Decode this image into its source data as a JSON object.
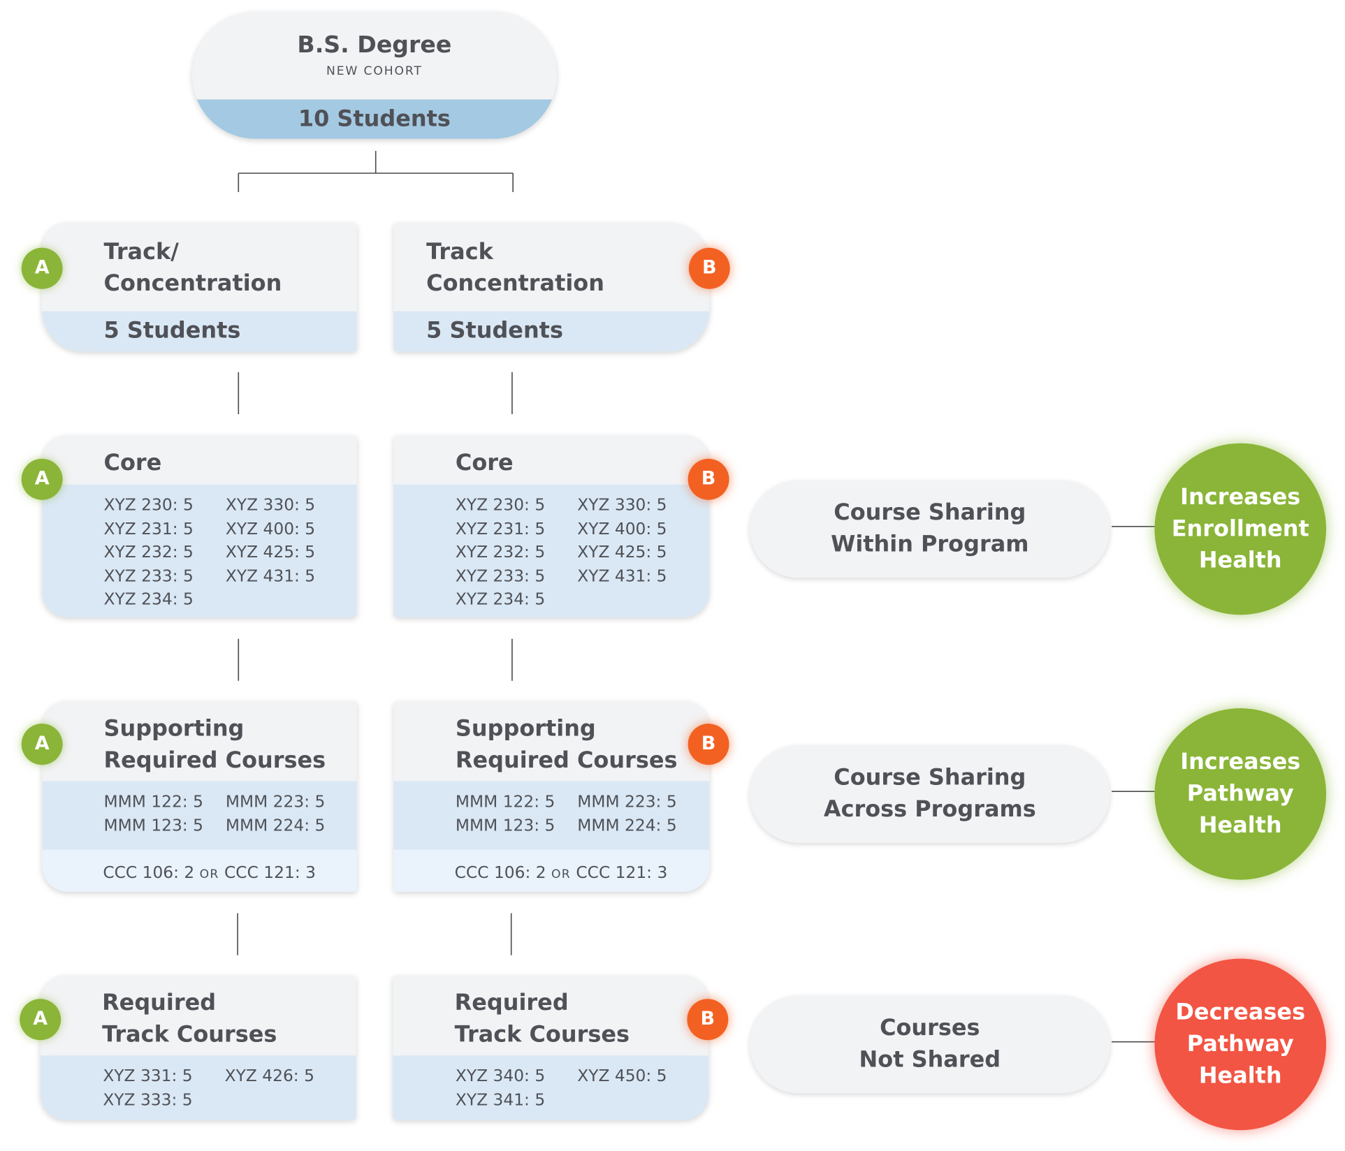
{
  "root": {
    "title": "B.S. Degree",
    "subtitle": "NEW COHORT",
    "count": "10 Students"
  },
  "badges": {
    "a": "A",
    "b": "B"
  },
  "track": {
    "a": {
      "title_line1": "Track/",
      "title_line2": "Concentration",
      "count": "5 Students"
    },
    "b": {
      "title_line1": "Track",
      "title_line2": "Concentration",
      "count": "5 Students"
    }
  },
  "core": {
    "title": "Core",
    "courses": [
      "XYZ 230: 5",
      "XYZ 330: 5",
      "XYZ 231: 5",
      "XYZ 400: 5",
      "XYZ 232: 5",
      "XYZ 425: 5",
      "XYZ 233: 5",
      "XYZ 431: 5",
      "XYZ 234: 5"
    ]
  },
  "supporting": {
    "title_line1": "Supporting",
    "title_line2": "Required Courses",
    "courses": [
      "MMM 122: 5",
      "MMM 223: 5",
      "MMM 123: 5",
      "MMM 224: 5"
    ],
    "alt_first": "CCC 106: 2",
    "alt_or": "OR",
    "alt_second": "CCC 121: 3"
  },
  "required": {
    "title_line1": "Required",
    "title_line2": "Track Courses",
    "a_courses": [
      "XYZ 331: 5",
      "XYZ 426: 5",
      "XYZ 333: 5"
    ],
    "b_courses": [
      "XYZ 340: 5",
      "XYZ 450: 5",
      "XYZ 341: 5"
    ]
  },
  "legend": [
    {
      "line1": "Course Sharing",
      "line2": "Within Program",
      "outcome1": "Increases",
      "outcome2": "Enrollment",
      "outcome3": "Health",
      "outcome_color": "#8ab538"
    },
    {
      "line1": "Course Sharing",
      "line2": "Across Programs",
      "outcome1": "Increases",
      "outcome2": "Pathway",
      "outcome3": "Health",
      "outcome_color": "#8ab538"
    },
    {
      "line1": "Courses",
      "line2": "Not Shared",
      "outcome1": "Decreases",
      "outcome2": "Pathway",
      "outcome3": "Health",
      "outcome_color": "#f25543"
    }
  ],
  "colors": {
    "a_badge": "#8ab538",
    "b_badge": "#f26122",
    "band": "#dae8f5",
    "band_dark": "#a4c9e2",
    "negative": "#f25543"
  }
}
